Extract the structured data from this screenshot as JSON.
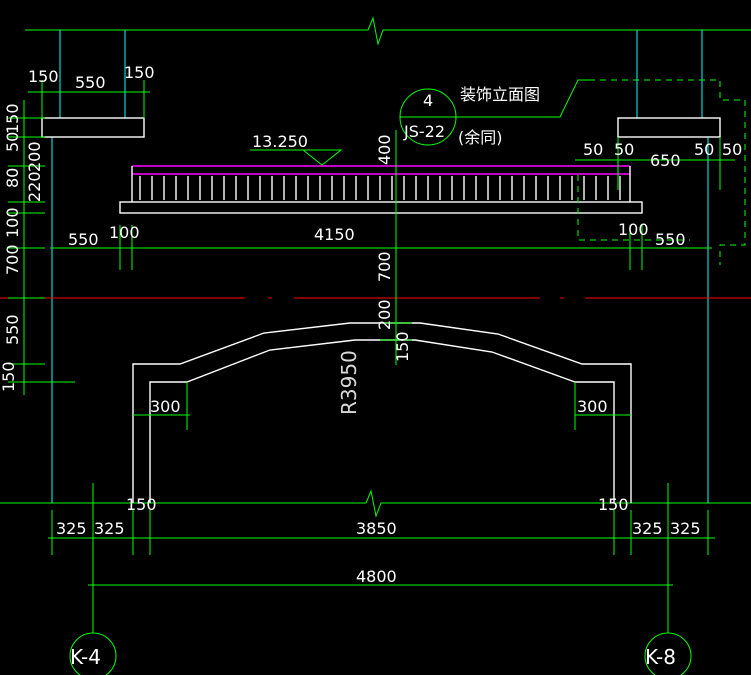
{
  "dims": {
    "top_left_150a": "150",
    "top_left_550": "550",
    "top_left_150b": "150",
    "left_150": "150",
    "left_50": "50",
    "left_200": "200",
    "left_80": "80",
    "left_220": "220",
    "left_100": "100",
    "left_700": "700",
    "left_550": "550",
    "left_150_bottom": "150",
    "right_50a": "50",
    "right_50b": "50",
    "right_650": "650",
    "right_50c": "50",
    "right_50d": "50",
    "mid_550_left": "550",
    "mid_100_left": "100",
    "mid_4150": "4150",
    "mid_100_right": "100",
    "mid_550_right": "550",
    "vert_400": "400",
    "vert_700": "700",
    "vert_200": "200",
    "vert_150": "150",
    "arch_300_left": "300",
    "arch_300_right": "300",
    "bot_150_left": "150",
    "bot_150_right": "150",
    "bot_325a": "325",
    "bot_325b": "325",
    "bot_3850": "3850",
    "bot_325c": "325",
    "bot_325d": "325",
    "overall_4800": "4800"
  },
  "elevation_mark": "13.250",
  "radius_label": "R3950",
  "callout": {
    "number": "4",
    "sheet": "JS-22",
    "title": "装饰立面图",
    "note": "(余同)"
  },
  "axes": {
    "left": "K-4",
    "right": "K-8"
  }
}
